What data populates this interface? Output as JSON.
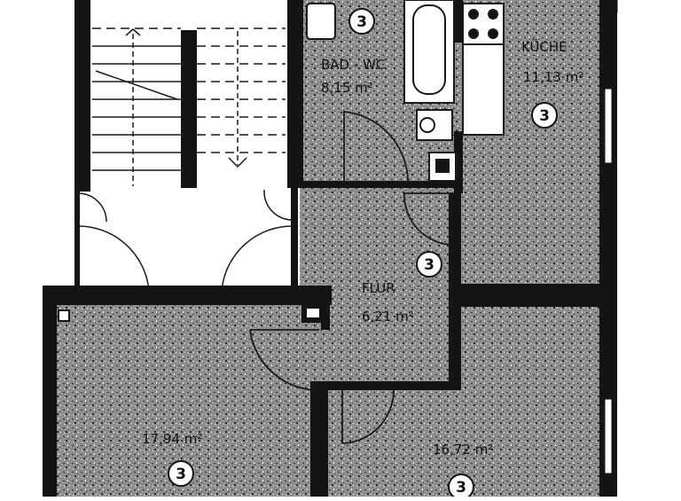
{
  "rooms": {
    "bathroom": {
      "name": "BAD - WC",
      "area": "8,15 m²"
    },
    "kitchen": {
      "name": "KÜCHE",
      "area": "11,13 m²"
    },
    "hallway": {
      "name": "FLUR",
      "area": "6,21 m²"
    },
    "room_left": {
      "area": "17,94 m²"
    },
    "room_right": {
      "area": "16,72 m²"
    }
  },
  "badge": "3",
  "colors": {
    "wall": "#141414",
    "floor_fill": "#9a9a9a",
    "floor_speckle": "#2a2a2a",
    "background": "#ffffff"
  }
}
